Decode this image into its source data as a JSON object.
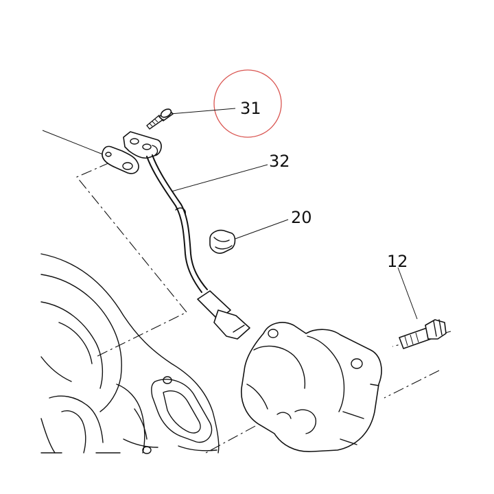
{
  "callouts": [
    {
      "id": "31",
      "label": "31"
    },
    {
      "id": "32",
      "label": "32"
    },
    {
      "id": "20",
      "label": "20"
    },
    {
      "id": "12",
      "label": "12"
    }
  ],
  "highlight": {
    "target": "31",
    "color": "#d9534f"
  }
}
